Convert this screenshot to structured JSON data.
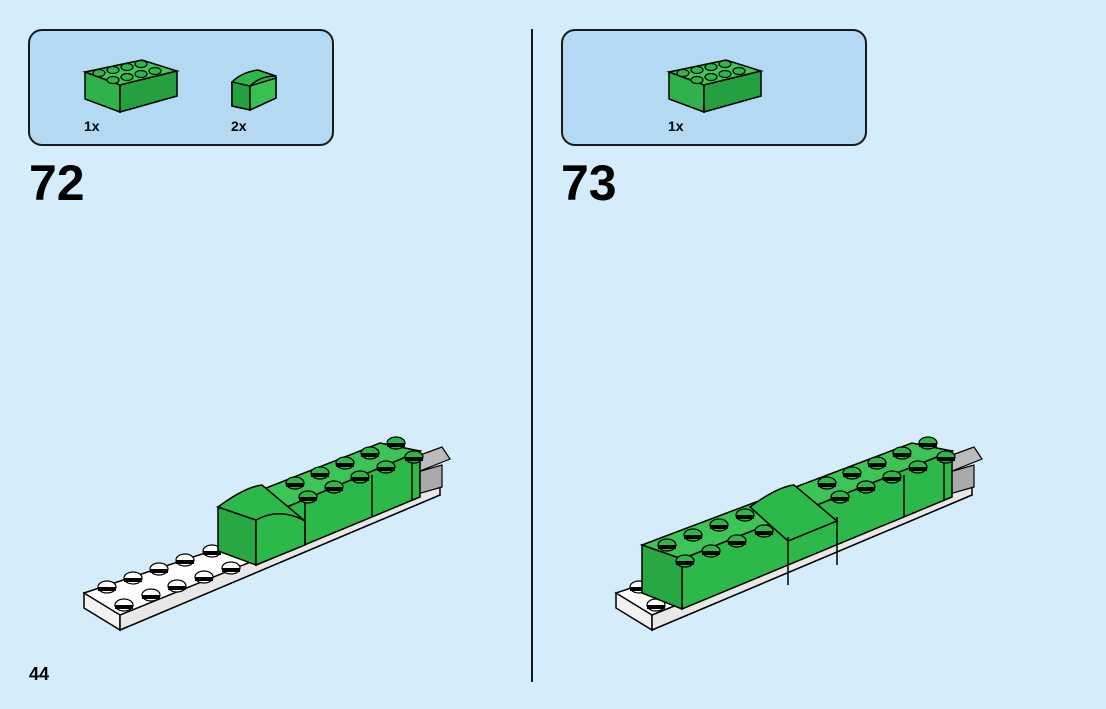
{
  "page_number": "44",
  "steps": [
    {
      "number": "72",
      "parts": [
        {
          "quantity": "1x",
          "part": "2x4-green-brick"
        },
        {
          "quantity": "2x",
          "part": "curved-green-slope"
        }
      ]
    },
    {
      "number": "73",
      "parts": [
        {
          "quantity": "1x",
          "part": "2x4-green-brick"
        }
      ]
    }
  ],
  "colors": {
    "background": "#d5ecfb",
    "parts_box": "#b3d9f3",
    "brick_green": "#2db84a",
    "brick_green_dark": "#1f8f36",
    "plate_white": "#ffffff"
  }
}
